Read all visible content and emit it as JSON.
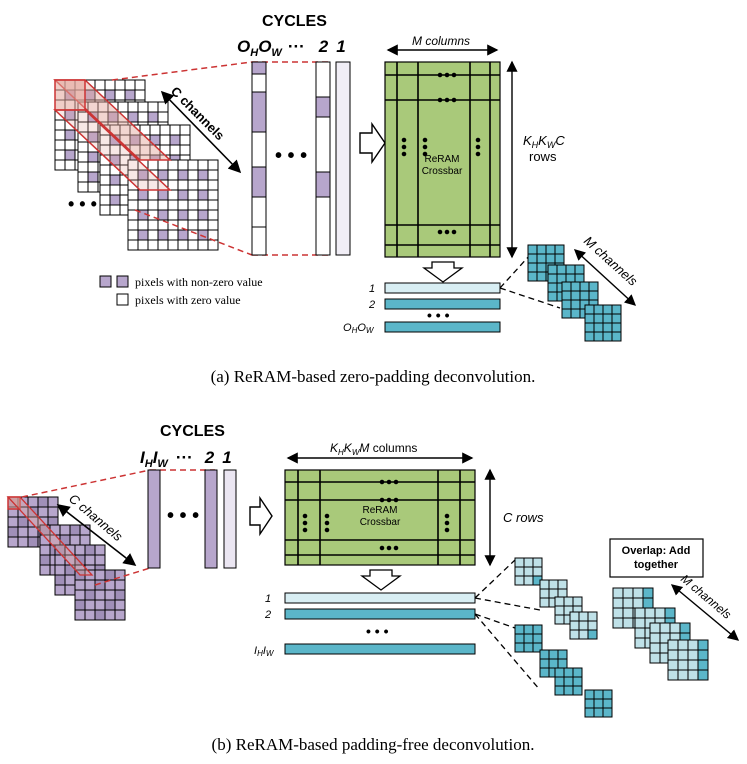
{
  "panel_a": {
    "cycles_label": "CYCLES",
    "cycle_sequence": [
      "O",
      "H",
      "O",
      "W",
      "···",
      "2",
      "1"
    ],
    "c_channels_label": "C channels",
    "m_columns_label": "M columns",
    "rows_label": [
      "K",
      "H",
      "K",
      "W",
      "C",
      "rows"
    ],
    "crossbar_label": [
      "ReRAM",
      "Crossbar"
    ],
    "output_rows": [
      "1",
      "2",
      "O",
      "H",
      "O",
      "W"
    ],
    "m_channels_label": "M channels",
    "legend": {
      "nonzero": "pixels with non-zero value",
      "zero": "pixels with zero value"
    },
    "caption": "(a) ReRAM-based zero-padding deconvolution."
  },
  "panel_b": {
    "cycles_label": "CYCLES",
    "cycle_sequence": [
      "I",
      "H",
      "I",
      "W",
      "···",
      "2",
      "1"
    ],
    "c_channels_label": "C channels",
    "columns_label": [
      "K",
      "H",
      "K",
      "W",
      "M",
      " columns"
    ],
    "rows_label": "C rows",
    "crossbar_label": [
      "ReRAM",
      "Crossbar"
    ],
    "output_rows": [
      "1",
      "2",
      "I",
      "H",
      "I",
      "W"
    ],
    "overlap_label": [
      "Overlap: Add",
      "together"
    ],
    "m_channels_label": "M channels",
    "caption": "(b) ReRAM-based padding-free deconvolution."
  },
  "colors": {
    "crossbar_fill": "#a9c97a",
    "nonzero_pixel": "#b7a6cc",
    "nonzero_pixel_dark": "#a08fb8",
    "teal": "#5bb6c9",
    "teal_light": "#bfe1e8",
    "light_output": "#d8eef3",
    "red_dashed": "#cc3333",
    "overlay_red": "#e3a59a"
  }
}
